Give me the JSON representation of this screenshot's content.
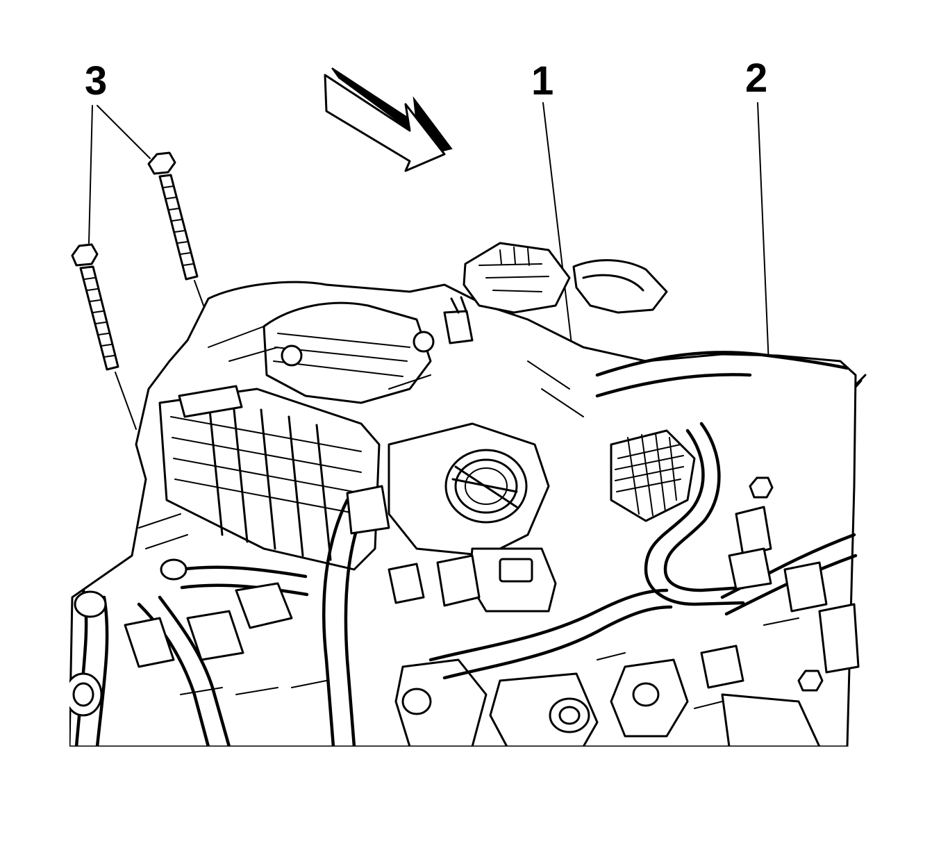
{
  "diagram": {
    "callouts": [
      {
        "id": "3",
        "label": "3"
      },
      {
        "id": "1",
        "label": "1"
      },
      {
        "id": "2",
        "label": "2"
      }
    ],
    "colors": {
      "line": "#000000",
      "background": "#ffffff"
    },
    "icons": [
      "direction-arrow-icon",
      "bolt-icon",
      "connector-icon"
    ]
  }
}
